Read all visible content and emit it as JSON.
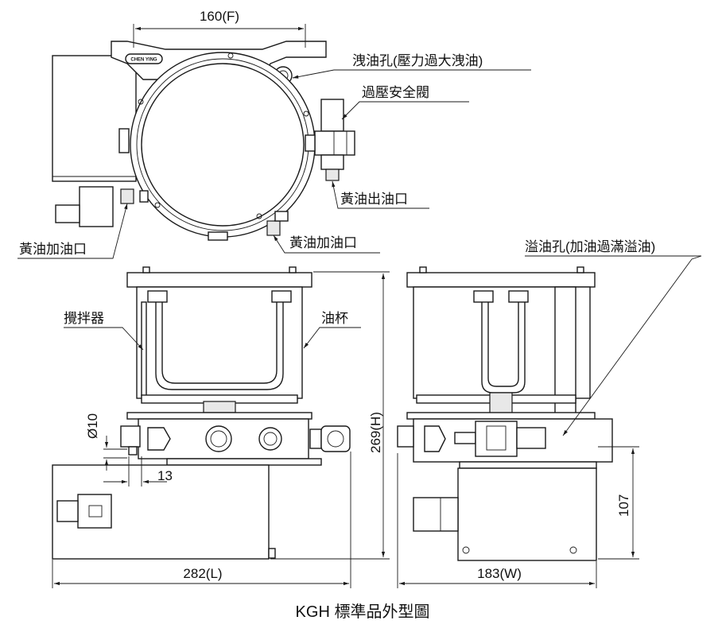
{
  "labels": {
    "vent_hole": "洩油孔(壓力過大洩油)",
    "relief_valve": "過壓安全閥",
    "grease_outlet": "黃油出油口",
    "grease_inlet_left": "黃油加油口",
    "grease_inlet_right": "黃油加油口",
    "overflow_hole": "溢油孔(加油過滿溢油)",
    "stirrer": "攪拌器",
    "oil_cup": "油杯"
  },
  "dimensions": {
    "top_width": "160(F)",
    "height": "269(H)",
    "length": "282(L)",
    "width": "183(W)",
    "side_height": "107",
    "diameter": "Ø10",
    "offset": "13"
  },
  "logo": "CHEN YING",
  "caption": "KGH 標準品外型圖"
}
